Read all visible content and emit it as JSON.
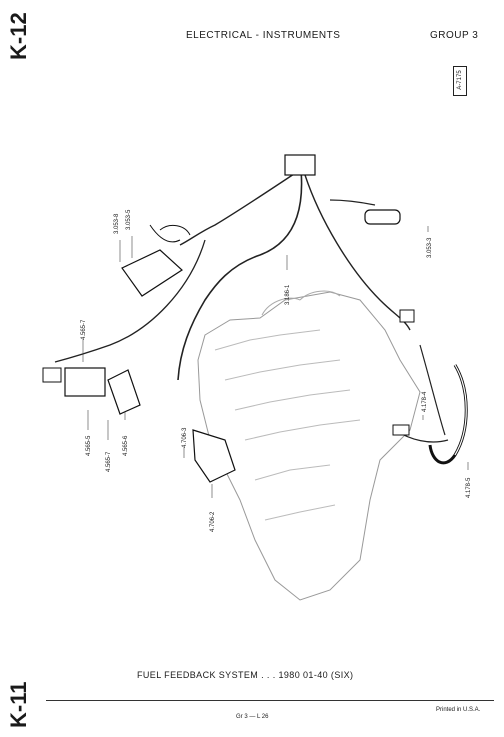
{
  "header": {
    "title": "ELECTRICAL - INSTRUMENTS",
    "group": "GROUP 3",
    "ref_code": "A-7175"
  },
  "side_codes": {
    "top": "K-12",
    "bottom": "K-11"
  },
  "diagram": {
    "part_labels": [
      "3.053-8",
      "3.053-5",
      "3.186-1",
      "3.053-3",
      "4.565-7",
      "4.565-5",
      "4.565-7",
      "4.565-6",
      "4.706-3",
      "4.706-2",
      "4.178-4",
      "4.178-5"
    ]
  },
  "caption": "FUEL FEEDBACK SYSTEM . . . 1980 01-40 (SIX)",
  "footer": {
    "page_ref": "Gr 3 — L 26",
    "printed": "Printed in U.S.A."
  }
}
